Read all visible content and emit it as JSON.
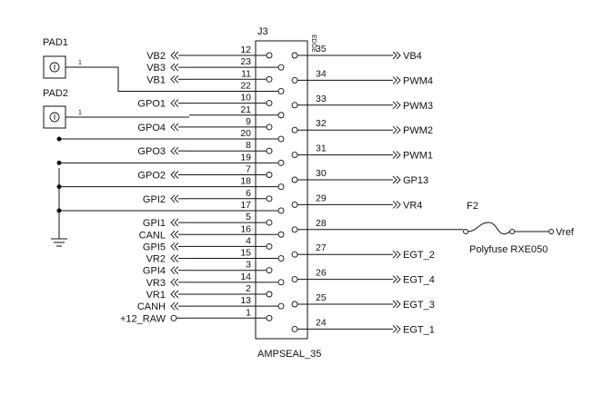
{
  "pads": [
    {
      "designator": "PAD1",
      "pin": "1"
    },
    {
      "designator": "PAD2",
      "pin": "1"
    }
  ],
  "connector": {
    "designator": "J3",
    "part": "AMPSEAL_35",
    "edge_label": "EDGE",
    "left_pins": [
      {
        "pin": "12",
        "net": "VB2",
        "wire": ""
      },
      {
        "pin": "23",
        "net": "VB3",
        "wire": ""
      },
      {
        "pin": "11",
        "net": "VB1",
        "wire": ""
      },
      {
        "pin": "22",
        "net": "",
        "wire": "pad1"
      },
      {
        "pin": "10",
        "net": "GPO1",
        "wire": ""
      },
      {
        "pin": "21",
        "net": "",
        "wire": "pad2"
      },
      {
        "pin": "9",
        "net": "GPO4",
        "wire": ""
      },
      {
        "pin": "20",
        "net": "",
        "wire": "gnd"
      },
      {
        "pin": "8",
        "net": "GPO3",
        "wire": ""
      },
      {
        "pin": "19",
        "net": "",
        "wire": "gnd"
      },
      {
        "pin": "7",
        "net": "GPO2",
        "wire": ""
      },
      {
        "pin": "18",
        "net": "",
        "wire": "gnd"
      },
      {
        "pin": "6",
        "net": "GPI2",
        "wire": ""
      },
      {
        "pin": "17",
        "net": "",
        "wire": "gnd"
      },
      {
        "pin": "5",
        "net": "GPI1",
        "wire": ""
      },
      {
        "pin": "16",
        "net": "CANL",
        "wire": ""
      },
      {
        "pin": "4",
        "net": "GPI5",
        "wire": ""
      },
      {
        "pin": "15",
        "net": "VR2",
        "wire": ""
      },
      {
        "pin": "3",
        "net": "GPI4",
        "wire": ""
      },
      {
        "pin": "14",
        "net": "VR3",
        "wire": ""
      },
      {
        "pin": "2",
        "net": "VR1",
        "wire": ""
      },
      {
        "pin": "13",
        "net": "CANH",
        "wire": ""
      },
      {
        "pin": "1",
        "net": "+12_RAW",
        "wire": "circle"
      }
    ],
    "right_pins": [
      {
        "pin": "35",
        "net": "VB4"
      },
      {
        "pin": "34",
        "net": "PWM4"
      },
      {
        "pin": "33",
        "net": "PWM3"
      },
      {
        "pin": "32",
        "net": "PWM2"
      },
      {
        "pin": "31",
        "net": "PWM1"
      },
      {
        "pin": "30",
        "net": "GP13"
      },
      {
        "pin": "29",
        "net": "VR4"
      },
      {
        "pin": "28",
        "net": ""
      },
      {
        "pin": "27",
        "net": "EGT_2"
      },
      {
        "pin": "26",
        "net": "EGT_4"
      },
      {
        "pin": "25",
        "net": "EGT_3"
      },
      {
        "pin": "24",
        "net": "EGT_1"
      }
    ]
  },
  "fuse": {
    "designator": "F2",
    "part": "Polyfuse RXE050",
    "net": "Vref"
  }
}
